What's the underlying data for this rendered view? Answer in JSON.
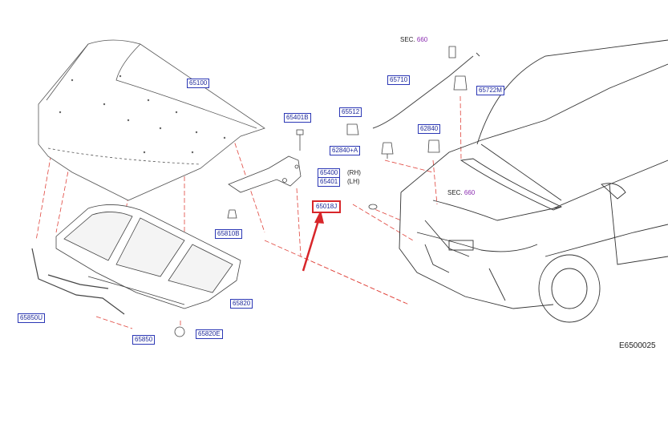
{
  "diagram_code": "E6500025",
  "colors": {
    "label": "#2b37b5",
    "highlight": "#d8262a",
    "dash": "#e0443c",
    "sec_ref": "#8a2bb0",
    "line": "#555555"
  },
  "parts": {
    "p65100": "65100",
    "p65401B": "65401B",
    "p65512": "65512",
    "p62840": "62840",
    "p62840A": "62840+A",
    "p65710": "65710",
    "p65722M": "65722M",
    "p65400": "65400",
    "p65401": "65401",
    "p65018J": "65018J",
    "p65810B": "65810B",
    "p65820": "65820",
    "p65850U": "65850U",
    "p65850": "65850",
    "p65820E": "65820E"
  },
  "side": {
    "rh": "(RH)",
    "lh": "(LH)"
  },
  "sections": {
    "top": {
      "prefix": "SEC.",
      "ref": "660"
    },
    "cowl": {
      "prefix": "SEC.",
      "ref": "660"
    }
  }
}
